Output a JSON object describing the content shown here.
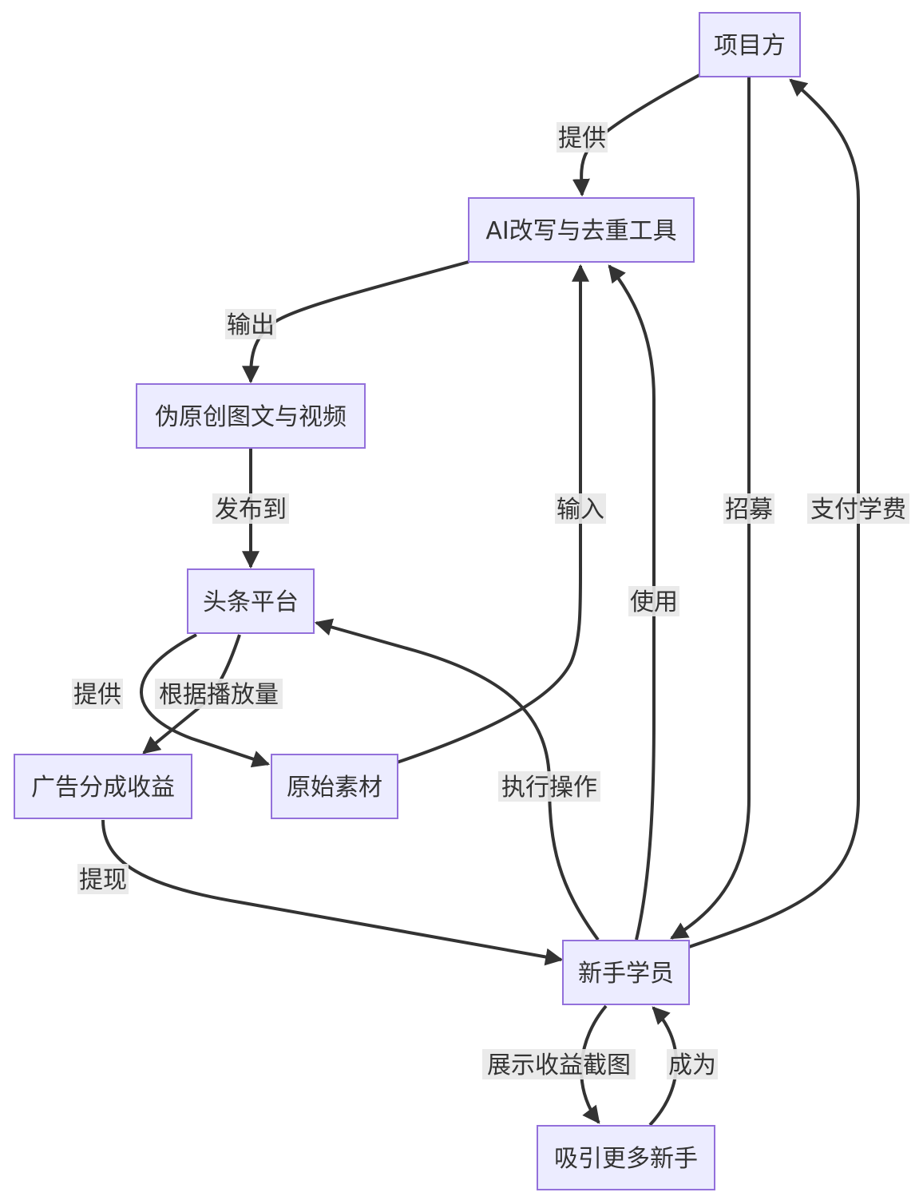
{
  "nodes": {
    "project": "项目方",
    "ai_tool": "AI改写与去重工具",
    "pseudo_content": "伪原创图文与视频",
    "platform": "头条平台",
    "ad_revenue": "广告分成收益",
    "raw_material": "原始素材",
    "newbie": "新手学员",
    "attract": "吸引更多新手"
  },
  "edges": {
    "provide_tool": "提供",
    "output": "输出",
    "publish_to": "发布到",
    "input": "输入",
    "use": "使用",
    "recruit": "招募",
    "pay_tuition": "支付学费",
    "provide_material": "提供",
    "by_views": "根据播放量",
    "execute": "执行操作",
    "withdraw": "提现",
    "show_screenshot": "展示收益截图",
    "become": "成为"
  }
}
